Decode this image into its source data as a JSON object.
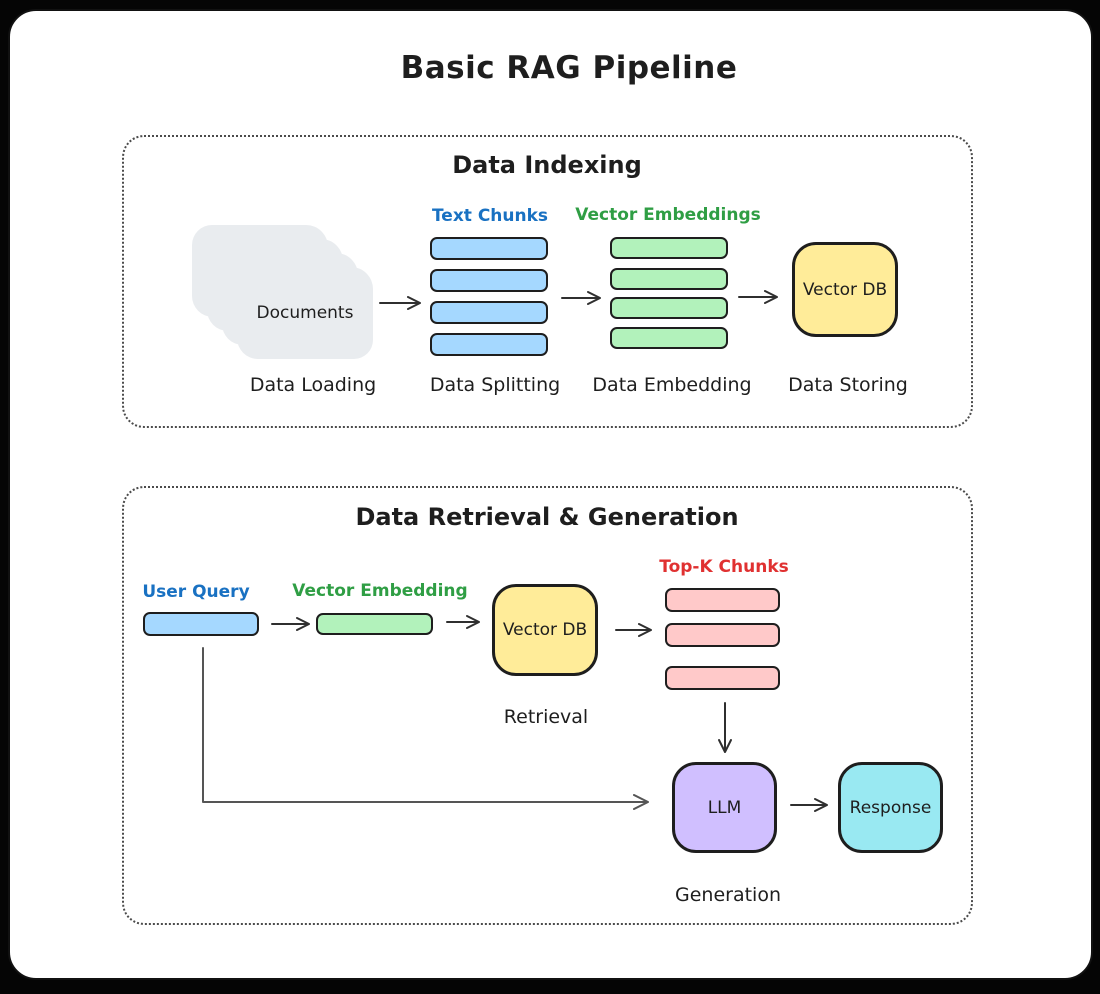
{
  "page": {
    "title": "Basic RAG Pipeline"
  },
  "colors": {
    "stroke": "#1e1e1e",
    "gray_fill": "#e9ecef",
    "blue_fill": "#a5d8ff",
    "green_fill": "#b2f2bb",
    "yellow_fill": "#ffec99",
    "pink_fill": "#ffc9c9",
    "purple_fill": "#d0bfff",
    "cyan_fill": "#99e9f2",
    "blue_text": "#1971c2",
    "green_text": "#2f9e44",
    "red_text": "#e03131"
  },
  "indexing": {
    "title": "Data Indexing",
    "documents_label": "Documents",
    "text_chunks_label": "Text Chunks",
    "vector_embeddings_label": "Vector Embeddings",
    "vector_db_label": "Vector DB",
    "steps": {
      "loading": "Data Loading",
      "splitting": "Data Splitting",
      "embedding": "Data Embedding",
      "storing": "Data Storing"
    }
  },
  "retrieval_generation": {
    "title": "Data Retrieval & Generation",
    "user_query_label": "User Query",
    "vector_embedding_label": "Vector Embedding",
    "vector_db_label": "Vector DB",
    "top_k_label": "Top-K Chunks",
    "llm_label": "LLM",
    "response_label": "Response",
    "retrieval_caption": "Retrieval",
    "generation_caption": "Generation"
  }
}
